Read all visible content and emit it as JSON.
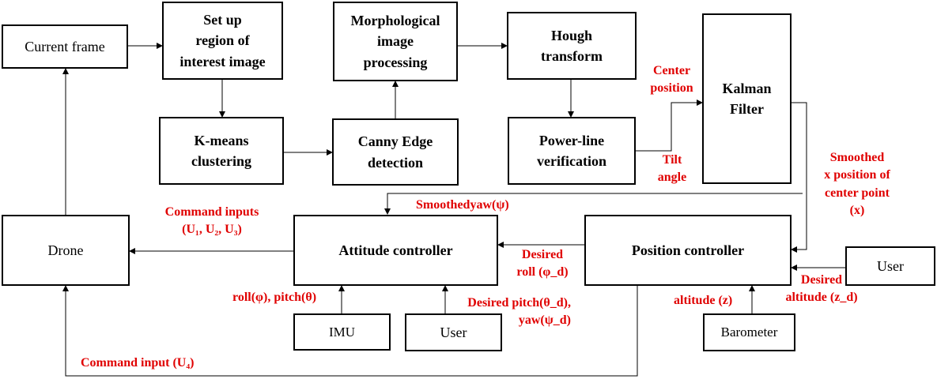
{
  "blocks": {
    "current_frame": "Current frame",
    "roi_line1": "Set up",
    "roi_line2": "region of",
    "roi_line3": "interest image",
    "morph_line1": "Morphological",
    "morph_line2": "image",
    "morph_line3": "processing",
    "hough_line1": "Hough",
    "hough_line2": "transform",
    "kmeans_line1": "K-means",
    "kmeans_line2": "clustering",
    "canny_line1": "Canny Edge",
    "canny_line2": "detection",
    "powerline_line1": "Power-line",
    "powerline_line2": "verification",
    "kalman_line1": "Kalman",
    "kalman_line2": "Filter",
    "drone": "Drone",
    "attitude": "Attitude controller",
    "position": "Position controller",
    "imu": "IMU",
    "user_attitude": "User",
    "user_position": "User",
    "barometer": "Barometer"
  },
  "labels": {
    "center_position_line1": "Center",
    "center_position_line2": "position",
    "tilt_angle_line1": "Tilt",
    "tilt_angle_line2": "angle",
    "smoothed_x_line1": "Smoothed",
    "smoothed_x_line2": "x position of",
    "smoothed_x_line3": "center point",
    "smoothed_x_line4": "(x)",
    "smoothed_yaw": "Smoothedyaw(ψ)",
    "command_inputs_line1": "Command inputs",
    "command_inputs_line2": "(U₁, U₂, U₃)",
    "desired_roll_line1": "Desired",
    "desired_roll_line2": "roll (φ_d)",
    "roll_pitch": "roll(φ), pitch(θ)",
    "desired_pitch_line1": "Desired pitch(θ_d),",
    "desired_pitch_line2": "yaw(ψ_d)",
    "altitude": "altitude (z)",
    "desired_altitude_line1": "Desired",
    "desired_altitude_line2": "altitude (z_d)",
    "command_input_u4": "Command input (U₄)"
  },
  "colors": {
    "label_red": "#e00000",
    "line": "#000000"
  }
}
